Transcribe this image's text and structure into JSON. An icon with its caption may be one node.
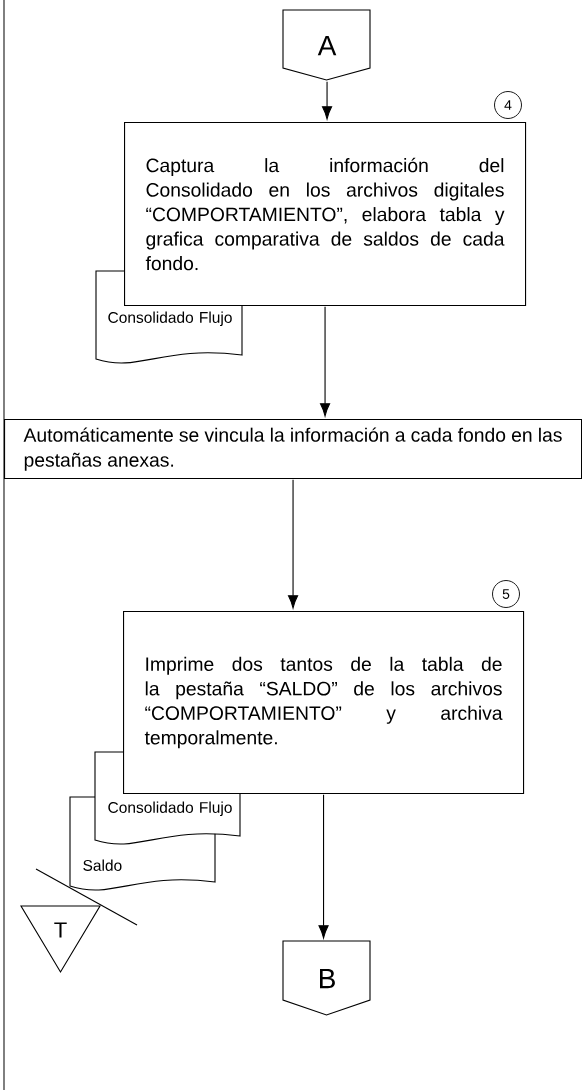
{
  "diagram": {
    "nodes": [
      {
        "text": [
          "A"
        ]
      },
      {
        "text": [
          "Captura la información del Consolidado en los archivos digitales “COMPORTAMIENTO”, elabora tabla y grafica comparativa de saldos de cada fondo."
        ],
        "beside": [
          "4"
        ]
      },
      {
        "text": [
          "Consolidado Flujo"
        ]
      },
      {
        "text": [
          "Automáticamente se vincula la información a cada fondo en las pestañas anexas."
        ]
      },
      {
        "text": [
          "Imprime dos tantos de la tabla de la pestaña “SALDO” de los archivos “COMPORTAMIENTO” y archiva temporalmente."
        ],
        "beside": [
          "5"
        ]
      },
      {
        "text": [
          "Consolidado Flujo"
        ]
      },
      {
        "text": [
          "Saldo"
        ]
      },
      {
        "text": [
          "T"
        ]
      },
      {
        "text": [
          "B"
        ]
      }
    ],
    "edges": [
      {
        "from": 0,
        "to": 1,
        "arrow": "to"
      },
      {
        "from": 1,
        "to": 3,
        "arrow": "to"
      },
      {
        "from": 3,
        "to": 4,
        "arrow": "to"
      },
      {
        "from": 4,
        "to": 8,
        "arrow": "to"
      }
    ]
  }
}
